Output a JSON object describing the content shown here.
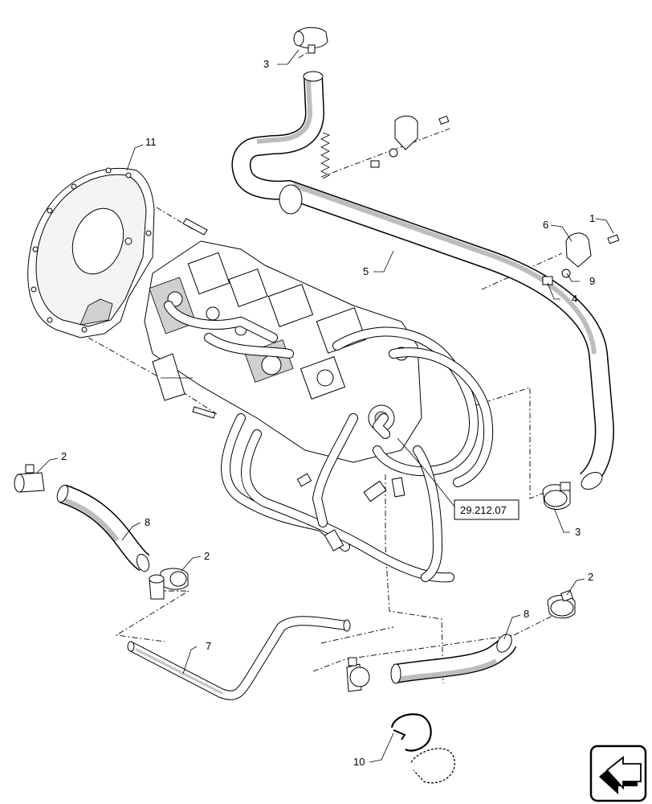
{
  "callouts": {
    "c1": "1",
    "c2a": "2",
    "c2b": "2",
    "c2c": "2",
    "c3a": "3",
    "c3b": "3",
    "c4": "4",
    "c5": "5",
    "c6": "6",
    "c7": "7",
    "c8a": "8",
    "c8b": "8",
    "c9": "9",
    "c10": "10",
    "c11": "11"
  },
  "reference": "29.212.07",
  "icons": {
    "navigation": "arrow-return-icon"
  }
}
